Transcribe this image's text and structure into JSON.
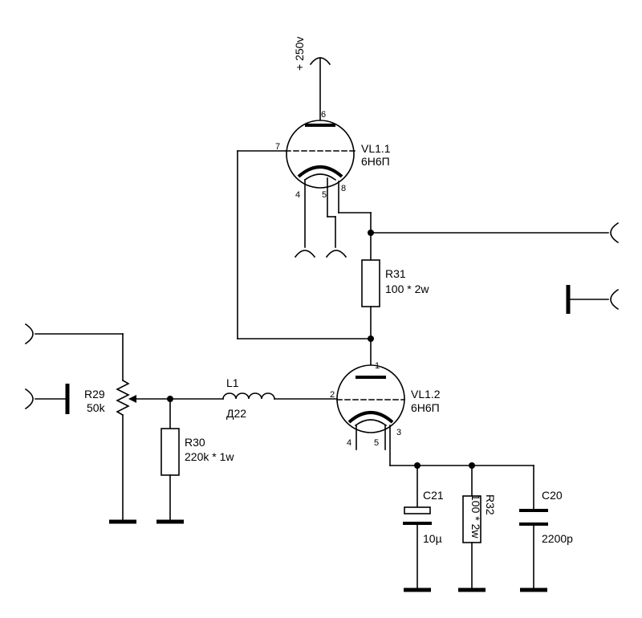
{
  "supply": {
    "label": "+ 250v"
  },
  "tubes": {
    "vl1_1": {
      "ref": "VL1.1",
      "type": "6Н6П",
      "pins": {
        "anode": "6",
        "grid": "7",
        "cathode": "8",
        "heater_a": "4",
        "heater_b": "5"
      }
    },
    "vl1_2": {
      "ref": "VL1.2",
      "type": "6Н6П",
      "pins": {
        "anode": "1",
        "grid": "2",
        "cathode": "3",
        "heater_a": "4",
        "heater_b": "5"
      }
    }
  },
  "components": {
    "r31": {
      "ref": "R31",
      "value": "100 * 2w"
    },
    "r29": {
      "ref": "R29",
      "value": "50k"
    },
    "r30": {
      "ref": "R30",
      "value": "220k * 1w"
    },
    "l1": {
      "ref": "L1",
      "value": "Д22"
    },
    "c21": {
      "ref": "C21",
      "value": "10µ"
    },
    "r32": {
      "ref": "R32",
      "value": "100 * 2w"
    },
    "c20": {
      "ref": "C20",
      "value": "2200p"
    }
  }
}
